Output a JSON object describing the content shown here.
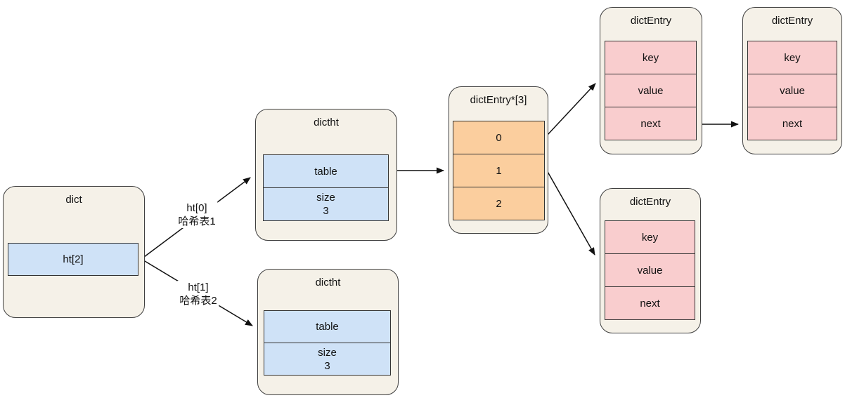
{
  "nodes": {
    "dict": {
      "title": "dict",
      "field": "ht[2]"
    },
    "dictht_top": {
      "title": "dictht",
      "table_label": "table",
      "size_label": "size",
      "size_value": "3"
    },
    "dictht_bottom": {
      "title": "dictht",
      "table_label": "table",
      "size_label": "size",
      "size_value": "3"
    },
    "entry_array": {
      "title": "dictEntry*[3]",
      "cells": [
        "0",
        "1",
        "2"
      ]
    },
    "entry_chain_1": {
      "title": "dictEntry",
      "fields": [
        "key",
        "value",
        "next"
      ]
    },
    "entry_chain_2": {
      "title": "dictEntry",
      "fields": [
        "key",
        "value",
        "next"
      ]
    },
    "entry_single": {
      "title": "dictEntry",
      "fields": [
        "key",
        "value",
        "next"
      ]
    }
  },
  "edge_labels": {
    "ht0": {
      "code": "ht[0]",
      "caption": "哈希表1"
    },
    "ht1": {
      "code": "ht[1]",
      "caption": "哈希表2"
    }
  },
  "colors": {
    "node_fill": "#f5f1e8",
    "node_border": "#3f3f3f",
    "blue_fill": "#cfe2f7",
    "orange_fill": "#fbce9e",
    "pink_fill": "#f9cdce",
    "row_border": "#333333",
    "arrow": "#111111"
  }
}
